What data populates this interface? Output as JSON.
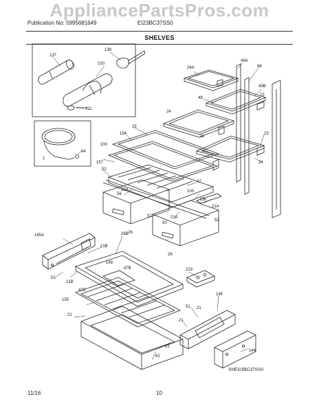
{
  "watermark": "AppliancePartsPros.com",
  "header": {
    "publication": "Publication No: 5995681649",
    "model": "EI23BC37SS0"
  },
  "section_title": "SHELVES",
  "diagram_code": "SHEI23BC37SS0",
  "footer": {
    "date": "11/16",
    "page": "10"
  },
  "callouts": {
    "c137": "137",
    "c139": "139",
    "c210": "210",
    "c211": "211",
    "c1": "1",
    "c64": "64",
    "c100a": "100",
    "c154": "154",
    "c25": "25",
    "c157": "157",
    "c52a": "52",
    "c56": "56",
    "c21Aa": "21A",
    "c47": "47",
    "c100b": "100",
    "c156": "156",
    "c21Ab": "21A",
    "c52b": "52",
    "c21Ac": "21A",
    "c50": "50",
    "c52c": "52",
    "c26a": "26",
    "c26b": "26",
    "c24A": "24A",
    "c49A": "49A",
    "c48": "48",
    "c49B": "49B",
    "c49": "49",
    "c23a": "23",
    "c24a": "24",
    "c24b": "24",
    "c23b": "23",
    "c24c": "24",
    "c145A": "145A",
    "c21Ba": "21B",
    "c26B": "26B",
    "c51a": "51",
    "c21Bb": "21B",
    "c149": "149",
    "c47B": "47B",
    "c47C": "47C",
    "c155": "155",
    "c21a": "21",
    "c213": "213",
    "c51b": "51",
    "c21b": "21",
    "c145": "145",
    "c21c": "21",
    "c21d": "21",
    "c62": "62",
    "c144": "144"
  }
}
